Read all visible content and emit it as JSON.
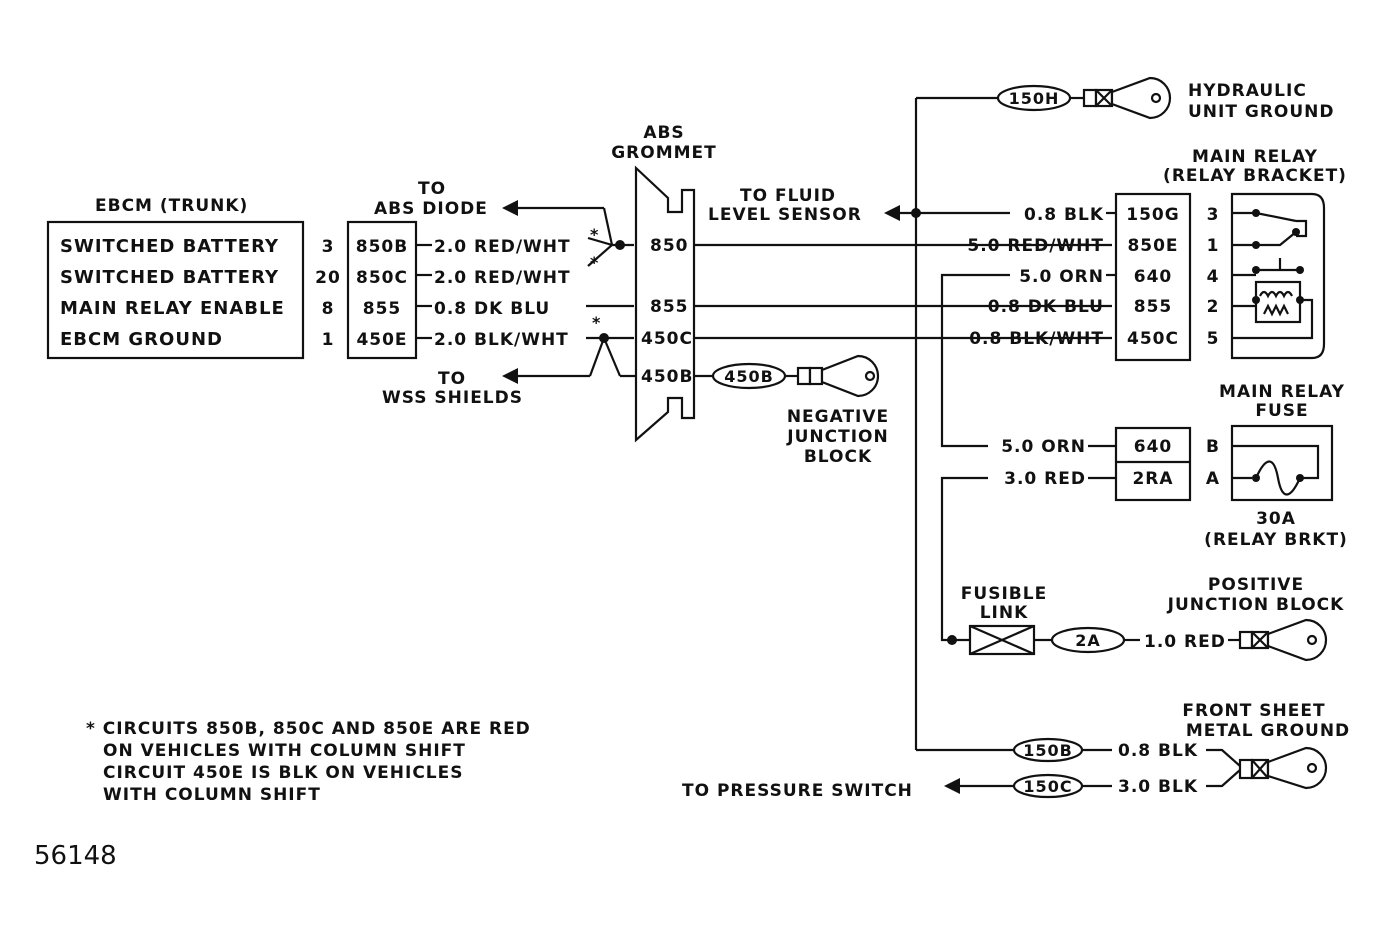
{
  "ebcm": {
    "title": "EBCM (TRUNK)",
    "rows": [
      {
        "label": "SWITCHED BATTERY",
        "pin": "3",
        "circuit": "850B",
        "wire": "2.0 RED/WHT"
      },
      {
        "label": "SWITCHED BATTERY",
        "pin": "20",
        "circuit": "850C",
        "wire": "2.0 RED/WHT"
      },
      {
        "label": "MAIN RELAY ENABLE",
        "pin": "8",
        "circuit": "855",
        "wire": "0.8 DK BLU"
      },
      {
        "label": "EBCM GROUND",
        "pin": "1",
        "circuit": "450E",
        "wire": "2.0 BLK/WHT"
      }
    ]
  },
  "abs_diode": {
    "line1": "TO",
    "line2": "ABS DIODE"
  },
  "wss_shields": {
    "line1": "TO",
    "line2": "WSS SHIELDS"
  },
  "splice_mark": "*",
  "grommet": {
    "line1": "ABS",
    "line2": "GROMMET",
    "pins": [
      "850",
      "855",
      "450C",
      "450B"
    ]
  },
  "negative_junction": {
    "connector": "450B",
    "line1": "NEGATIVE",
    "line2": "JUNCTION",
    "line3": "BLOCK"
  },
  "fluid_level": {
    "line1": "TO FLUID",
    "line2": "LEVEL SENSOR"
  },
  "hydraulic_ground": {
    "connector": "150H",
    "line1": "HYDRAULIC",
    "line2": "UNIT GROUND"
  },
  "main_relay": {
    "line1": "MAIN RELAY",
    "line2": "(RELAY BRACKET)",
    "rows": [
      {
        "wire": "0.8 BLK",
        "circuit": "150G",
        "pin": "3"
      },
      {
        "wire": "5.0 RED/WHT",
        "circuit": "850E",
        "pin": "1"
      },
      {
        "wire": "5.0 ORN",
        "circuit": "640",
        "pin": "4"
      },
      {
        "wire": "0.8 DK BLU",
        "circuit": "855",
        "pin": "2"
      },
      {
        "wire": "0.8 BLK/WHT",
        "circuit": "450C",
        "pin": "5"
      }
    ]
  },
  "main_relay_fuse": {
    "line1": "MAIN RELAY",
    "line2": "FUSE",
    "rating": "30A",
    "location": "(RELAY BRKT)",
    "rows": [
      {
        "wire": "5.0 ORN",
        "circuit": "640",
        "pin": "B"
      },
      {
        "wire": "3.0 RED",
        "circuit": "2RA",
        "pin": "A"
      }
    ]
  },
  "fusible_link": {
    "line1": "FUSIBLE",
    "line2": "LINK",
    "connector": "2A",
    "wire": "1.0 RED"
  },
  "positive_junction": {
    "line1": "POSITIVE",
    "line2": "JUNCTION BLOCK"
  },
  "front_ground": {
    "line1": "FRONT SHEET",
    "line2": "METAL GROUND",
    "rows": [
      {
        "connector": "150B",
        "wire": "0.8 BLK"
      },
      {
        "connector": "150C",
        "wire": "3.0 BLK"
      }
    ]
  },
  "pressure_switch": "TO PRESSURE SWITCH",
  "notes": [
    "* CIRCUITS 850B, 850C AND 850E ARE RED",
    "ON VEHICLES WITH COLUMN SHIFT",
    "CIRCUIT 450E IS BLK ON VEHICLES",
    "WITH COLUMN SHIFT"
  ],
  "figure_number": "56148"
}
